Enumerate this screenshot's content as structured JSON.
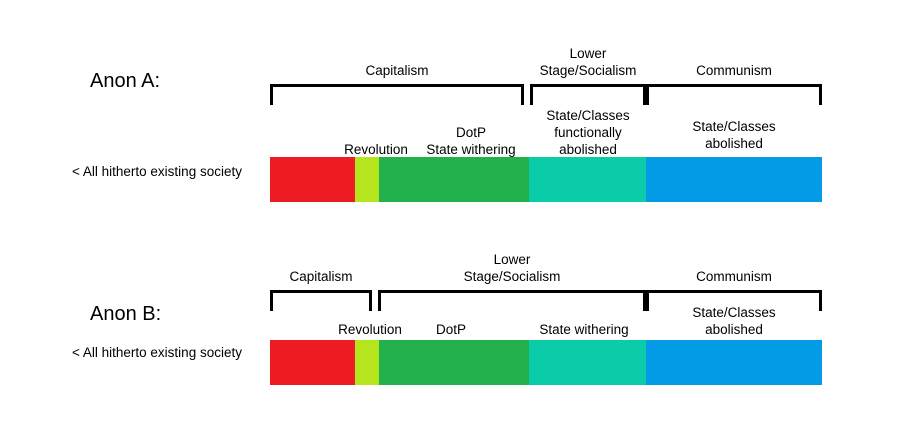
{
  "diagrams": [
    {
      "id": "anon-a",
      "title": "Anon A:",
      "axis_note": "< All hitherto existing society",
      "phases": [
        {
          "name": "Capitalism",
          "label": "Capitalism",
          "start": 270,
          "end": 524
        },
        {
          "name": "lower-stage-socialism",
          "label": "Lower\nStage/Socialism",
          "start": 530,
          "end": 646
        },
        {
          "name": "Communism",
          "label": "Communism",
          "start": 646,
          "end": 822
        }
      ],
      "segments": [
        {
          "name": "revolution-precursor",
          "label": "",
          "color": "#ED1C24",
          "start": 270,
          "end": 355
        },
        {
          "name": "revolution",
          "label": "Revolution",
          "color": "#B5E61D",
          "start": 355,
          "end": 379
        },
        {
          "name": "dotp-state-withering",
          "label": "DotP\nState withering",
          "color": "#22B14C",
          "start": 379,
          "end": 529
        },
        {
          "name": "state-classes-functionally-abolished",
          "label": "State/Classes\nfunctionally\nabolished",
          "color": "#0ACCA8",
          "start": 529,
          "end": 646
        },
        {
          "name": "state-classes-abolished",
          "label": "State/Classes\nabolished",
          "color": "#039BE5",
          "start": 646,
          "end": 822
        }
      ]
    },
    {
      "id": "anon-b",
      "title": "Anon B:",
      "axis_note": "< All hitherto existing society",
      "phases": [
        {
          "name": "Capitalism",
          "label": "Capitalism",
          "start": 270,
          "end": 372
        },
        {
          "name": "lower-stage-socialism",
          "label": "Lower\nStage/Socialism",
          "start": 378,
          "end": 646
        },
        {
          "name": "Communism",
          "label": "Communism",
          "start": 646,
          "end": 822
        }
      ],
      "segments": [
        {
          "name": "revolution-precursor",
          "label": "",
          "color": "#ED1C24",
          "start": 270,
          "end": 355
        },
        {
          "name": "revolution",
          "label": "Revolution",
          "color": "#B5E61D",
          "start": 355,
          "end": 379
        },
        {
          "name": "dotp",
          "label": "DotP",
          "color": "#22B14C",
          "start": 379,
          "end": 529
        },
        {
          "name": "state-withering",
          "label": "State withering",
          "color": "#0ACCA8",
          "start": 529,
          "end": 646
        },
        {
          "name": "state-classes-abolished",
          "label": "State/Classes\nabolished",
          "color": "#039BE5",
          "start": 646,
          "end": 822
        }
      ]
    }
  ],
  "colors": {
    "red": "#ED1C24",
    "yellow_green": "#B5E61D",
    "green": "#22B14C",
    "teal": "#0ACCA8",
    "blue": "#039BE5",
    "bracket": "#000000",
    "background": "#FFFFFF"
  }
}
